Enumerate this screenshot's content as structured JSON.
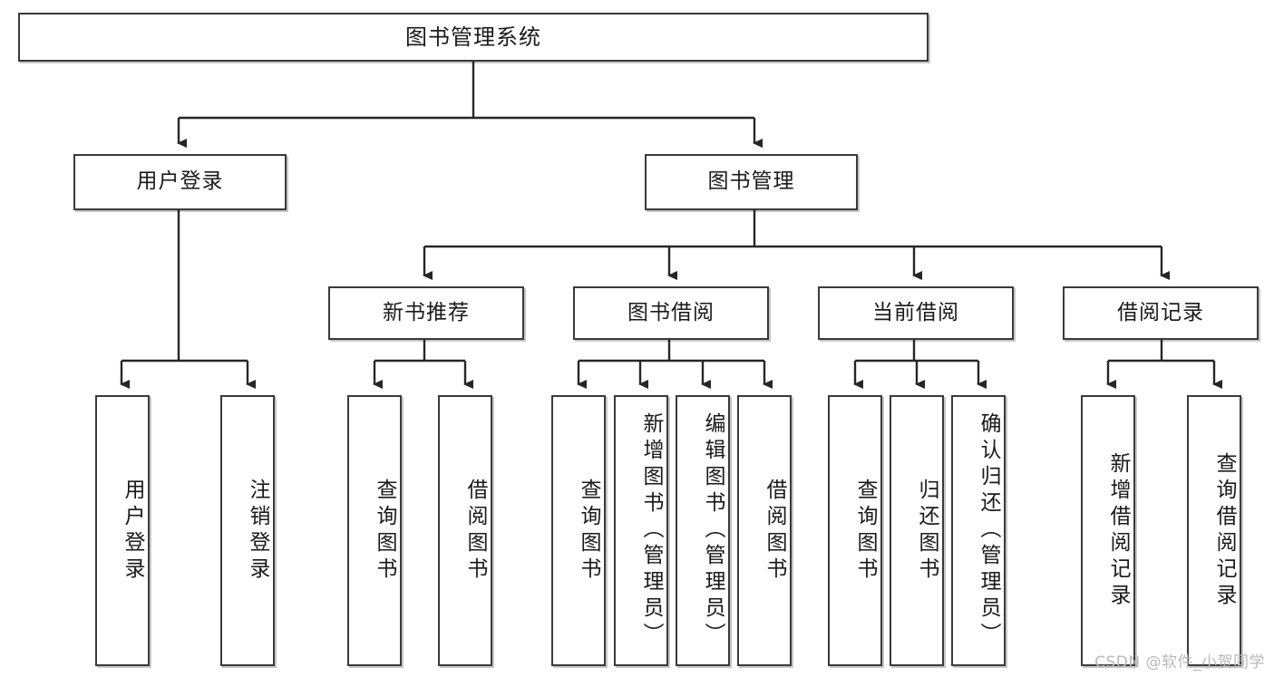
{
  "diagram": {
    "type": "tree-hierarchy-chart",
    "title": "图书管理系统",
    "watermark": "CSDN @软件_小贺同学",
    "colors": {
      "box_border": "#3a3a3a",
      "box_fill": "#ffffff",
      "edge": "#262626",
      "text": "#1a1a1a",
      "watermark": "#b9b9b9"
    },
    "levels": {
      "level1": {
        "label": "图书管理系统"
      },
      "level2": [
        {
          "label": "用户登录"
        },
        {
          "label": "图书管理"
        }
      ],
      "level3": [
        {
          "label": "新书推荐"
        },
        {
          "label": "图书借阅"
        },
        {
          "label": "当前借阅"
        },
        {
          "label": "借阅记录"
        }
      ],
      "leaves": {
        "user_login": [
          {
            "label": "用户登录"
          },
          {
            "label": "注销登录"
          }
        ],
        "new_book_recommend": [
          {
            "label": "查询图书"
          },
          {
            "label": "借阅图书"
          }
        ],
        "book_borrow": [
          {
            "label": "查询图书"
          },
          {
            "label": "新增图书（管理员）"
          },
          {
            "label": "编辑图书（管理员）"
          },
          {
            "label": "借阅图书"
          }
        ],
        "current_borrow": [
          {
            "label": "查询图书"
          },
          {
            "label": "归还图书"
          },
          {
            "label": "确认归还（管理员）"
          }
        ],
        "borrow_record": [
          {
            "label": "新增借阅记录"
          },
          {
            "label": "查询借阅记录"
          }
        ]
      }
    }
  }
}
